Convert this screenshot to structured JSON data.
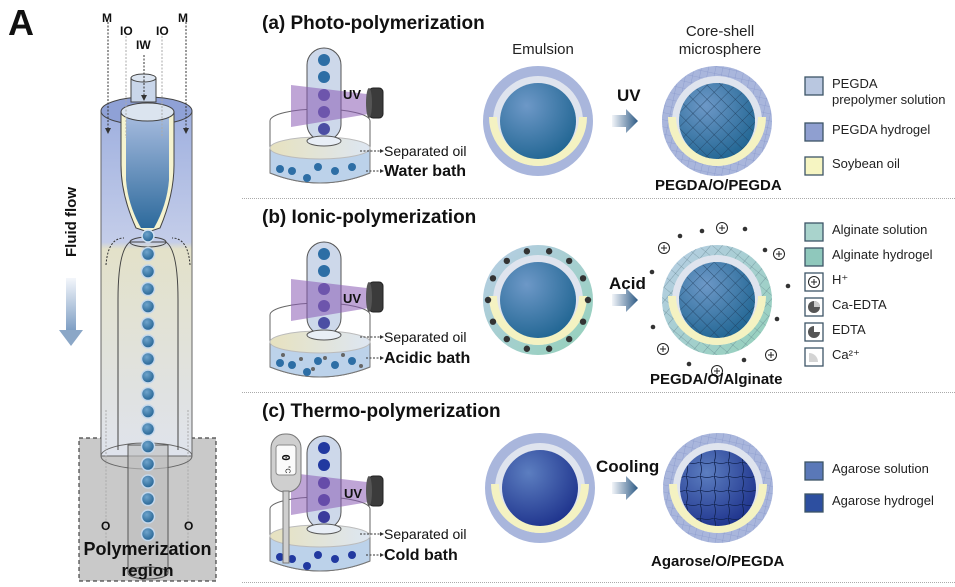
{
  "panel_label": "A",
  "device": {
    "inlet_labels": {
      "m_left": "M",
      "io_left": "IO",
      "iw": "IW",
      "io_right": "IO",
      "m_right": "M"
    },
    "outlet_labels": {
      "o_left": "O",
      "o_right": "O"
    },
    "fluid_flow_label": "Fluid flow",
    "polymerization_region": [
      "Polymerization",
      "region"
    ]
  },
  "sections": [
    {
      "title": "(a) Photo-polymerization",
      "source_label": "UV",
      "oil_label": "Separated oil",
      "bath_label": "Water bath",
      "emulsion_caption": "Emulsion",
      "transform_label": "UV",
      "result_caption": [
        "Core-shell",
        "microsphere"
      ],
      "product_label": "PEGDA/O/PEGDA",
      "legend": [
        {
          "label": "PEGDA prepolymer solution",
          "lines": [
            "PEGDA",
            "prepolymer solution"
          ],
          "swatch": "#b9c7e0"
        },
        {
          "label": "PEGDA hydrogel",
          "lines": [
            "PEGDA hydrogel"
          ],
          "swatch": "#8f9fd0"
        },
        {
          "label": "Soybean oil",
          "lines": [
            "Soybean oil"
          ],
          "swatch": "#f6f5c2"
        }
      ]
    },
    {
      "title": "(b) Ionic-polymerization",
      "source_label": "UV",
      "oil_label": "Separated oil",
      "bath_label": "Acidic bath",
      "transform_label": "Acid",
      "product_label": "PEGDA/O/Alginate",
      "legend": [
        {
          "label": "Alginate solution",
          "lines": [
            "Alginate solution"
          ],
          "swatch": "#a9d3cc"
        },
        {
          "label": "Alginate hydrogel",
          "lines": [
            "Alginate hydrogel"
          ],
          "swatch": "#8fc8bc"
        },
        {
          "label": "H+",
          "lines": [
            "H⁺"
          ],
          "swatch": "h-plus"
        },
        {
          "label": "Ca-EDTA",
          "lines": [
            "Ca-EDTA"
          ],
          "swatch": "ca-edta"
        },
        {
          "label": "EDTA",
          "lines": [
            "EDTA"
          ],
          "swatch": "edta"
        },
        {
          "label": "Ca2+",
          "lines": [
            "Ca²⁺"
          ],
          "swatch": "ca"
        }
      ]
    },
    {
      "title": "(c) Thermo-polymerization",
      "source_label": "UV",
      "thermometer_readout": "0",
      "thermometer_unit": "°C",
      "oil_label": "Separated oil",
      "bath_label": "Cold bath",
      "transform_label": "Cooling",
      "product_label": "Agarose/O/PEGDA",
      "legend": [
        {
          "label": "Agarose solution",
          "lines": [
            "Agarose solution"
          ],
          "swatch": "#5a78b8"
        },
        {
          "label": "Agarose hydrogel",
          "lines": [
            "Agarose hydrogel"
          ],
          "swatch": "#2d4fa0"
        }
      ]
    }
  ],
  "colors": {
    "core_blue": "#2f6fa3",
    "shell_pegda": "#a9b6dc",
    "oil": "#f5f3c4",
    "alginate": "#9fd2c7",
    "agarose_core": "#1f3a93",
    "uv_purple": "#8a5bb5",
    "region_gray": "#c9c9c9"
  }
}
